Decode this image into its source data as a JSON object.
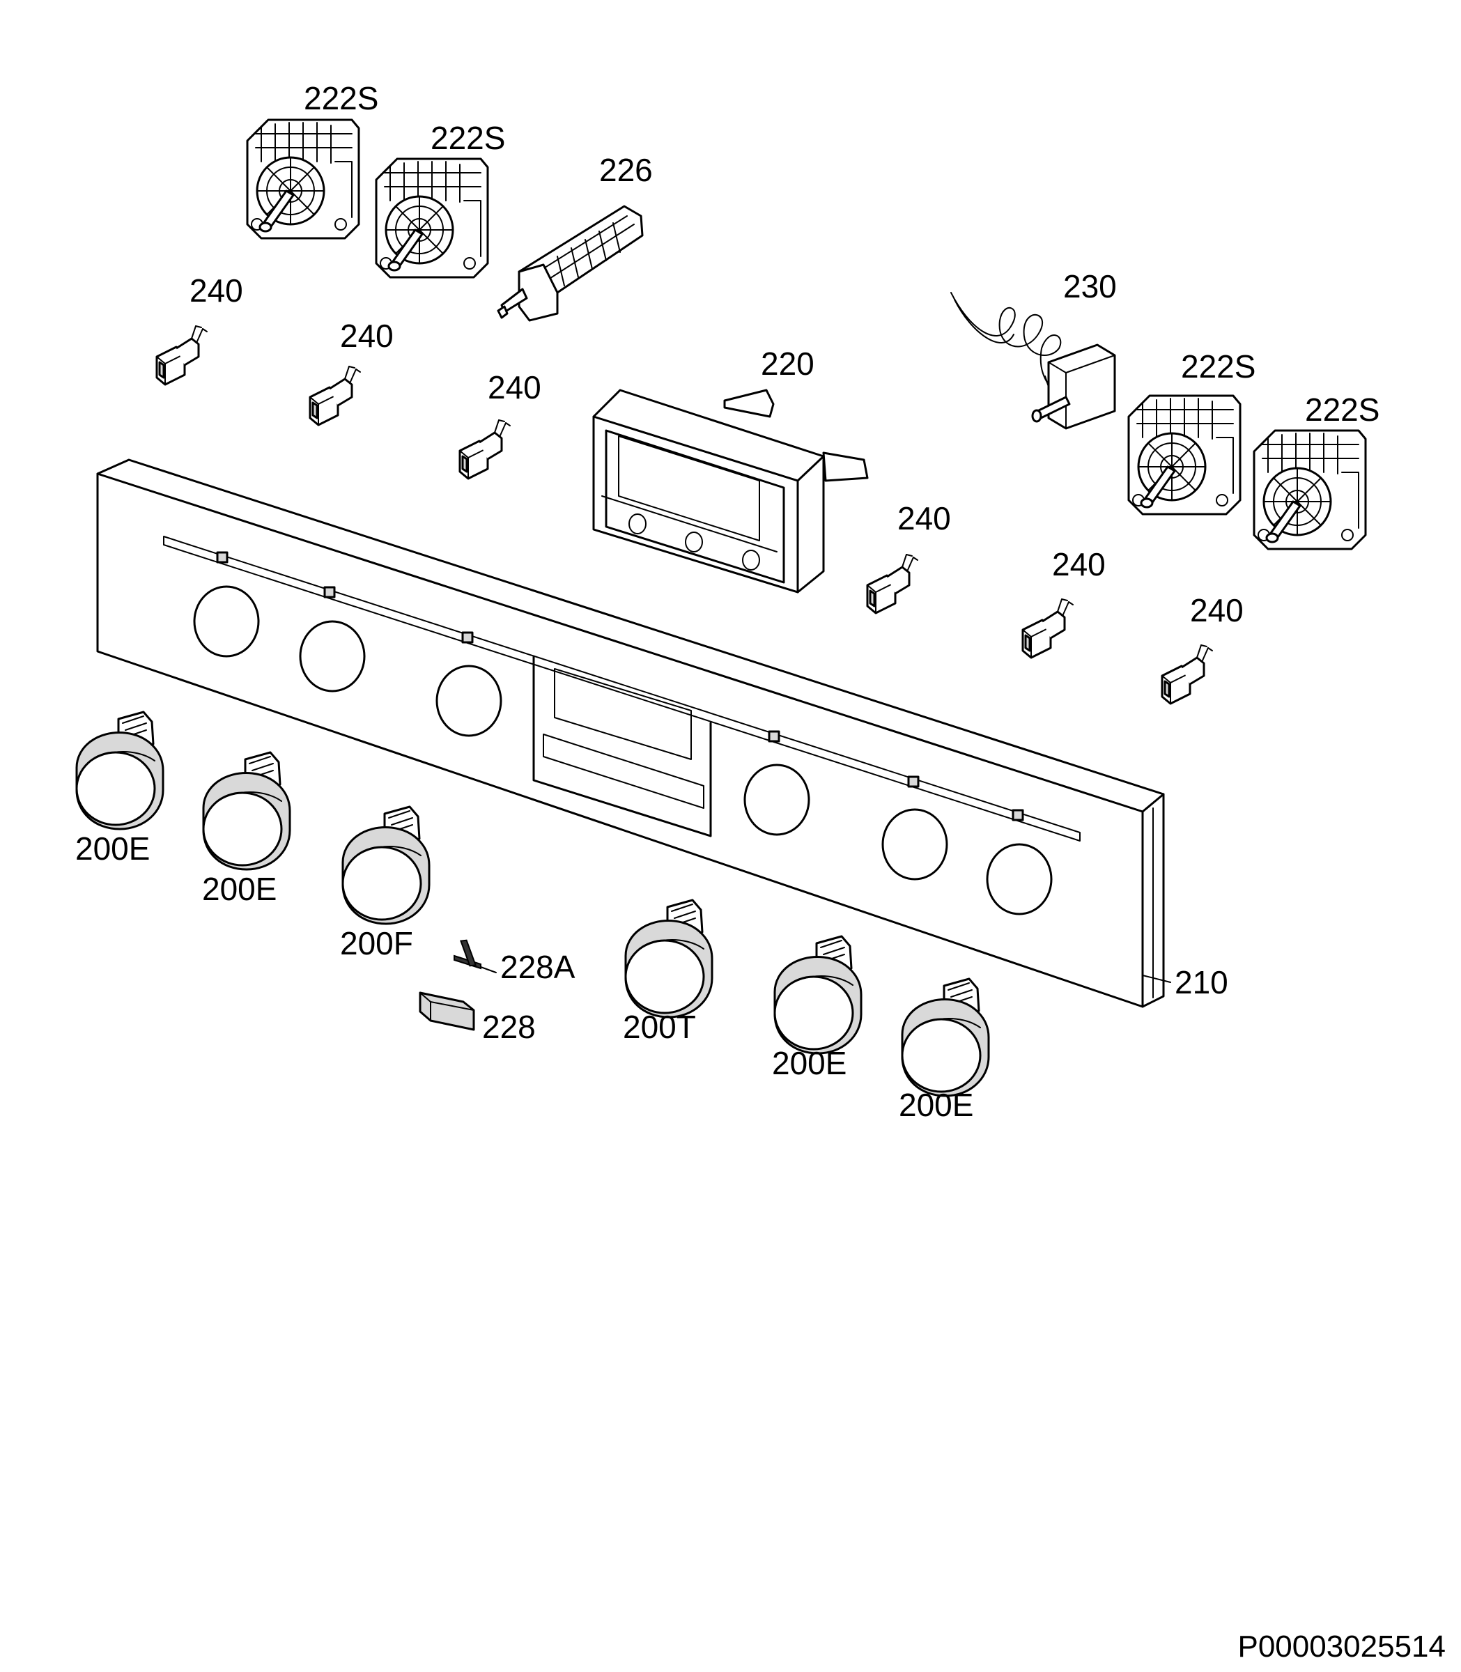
{
  "labels": {
    "switch_1": "222S",
    "switch_2": "222S",
    "switch_3": "222S",
    "switch_4": "222S",
    "selector": "226",
    "thermostat": "230",
    "timer": "220",
    "lamp_1": "240",
    "lamp_2": "240",
    "lamp_3": "240",
    "lamp_4": "240",
    "lamp_5": "240",
    "lamp_6": "240",
    "panel": "210",
    "knob_1": "200E",
    "knob_2": "200E",
    "knob_3": "200F",
    "knob_4": "200T",
    "knob_5": "200E",
    "knob_6": "200E",
    "pin": "228A",
    "cover": "228"
  },
  "document_id": "P00003025514"
}
